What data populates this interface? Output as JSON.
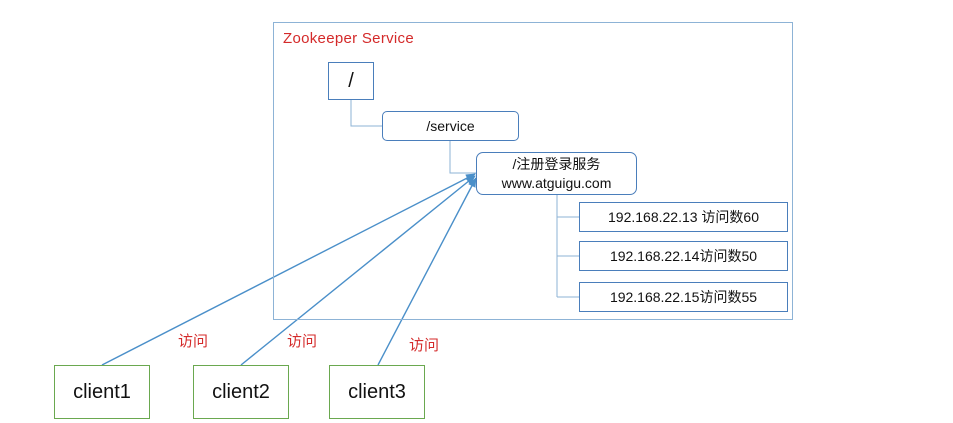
{
  "diagram": {
    "service_title": "Zookeeper Service",
    "root_node": "/",
    "service_node": "/service",
    "register_node": {
      "line1": "/注册登录服务",
      "line2": "www.atguigu.com"
    },
    "servers": [
      {
        "label": "192.168.22.13  访问数60"
      },
      {
        "label": "192.168.22.14访问数50"
      },
      {
        "label": "192.168.22.15访问数55"
      }
    ],
    "clients": [
      {
        "label": "client1"
      },
      {
        "label": "client2"
      },
      {
        "label": "client3"
      }
    ],
    "edge_label": "访问",
    "colors": {
      "tree_lines": "#8db3d6",
      "node_border": "#4a7ebb",
      "arrow": "#4a8fc9",
      "client_border": "#6aa84f",
      "label_red": "#d42a2a"
    }
  }
}
